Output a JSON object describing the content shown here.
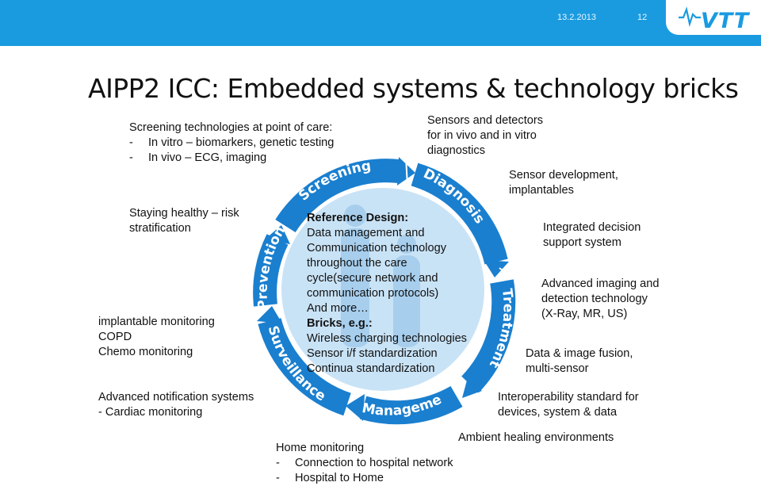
{
  "header": {
    "date": "13.2.2013",
    "page_number": "12",
    "logo_text": "VTT"
  },
  "title": "AIPP2 ICC: Embedded systems & technology bricks",
  "cycle": {
    "ring_color": "#1a7fcf",
    "center_color": "#c9e3f6",
    "segments": [
      "Screening",
      "Diagnosis",
      "Treatment",
      "Management",
      "Surveillance",
      "Prevention"
    ]
  },
  "center": {
    "heading": "Reference Design:",
    "lines": [
      "Data management and",
      "Communication technology",
      "throughout the care",
      "cycle(secure network and",
      "communication protocols)",
      "And more…"
    ],
    "bricks_heading": "Bricks, e.g.:",
    "bricks": [
      "Wireless charging technologies",
      "Sensor i/f standardization",
      "Continua standardization"
    ]
  },
  "screening_block": {
    "heading": "Screening technologies at point of care:",
    "items": [
      "In vitro – biomarkers, genetic testing",
      "In vivo – ECG, imaging"
    ]
  },
  "sensors_block": [
    "Sensors and detectors",
    "for in vivo and in vitro",
    "diagnostics"
  ],
  "sensor_dev_block": [
    "Sensor development,",
    "implantables"
  ],
  "staying_block": [
    "Staying healthy – risk",
    "stratification"
  ],
  "decision_block": [
    "Integrated decision",
    "support system"
  ],
  "imaging_block": [
    "Advanced imaging and",
    "detection technology",
    "(X-Ray, MR, US)"
  ],
  "implantable_block": [
    "implantable monitoring",
    "COPD",
    "Chemo monitoring"
  ],
  "fusion_block": [
    "Data & image fusion,",
    "multi-sensor"
  ],
  "notification_block": [
    "Advanced notification systems",
    "- Cardiac monitoring"
  ],
  "interop_block": [
    "Interoperability standard for",
    "devices, system & data"
  ],
  "ambient_block": [
    "Ambient healing environments"
  ],
  "home_block": {
    "heading": "Home monitoring",
    "items": [
      "Connection to hospital network",
      "Hospital to Home"
    ]
  }
}
